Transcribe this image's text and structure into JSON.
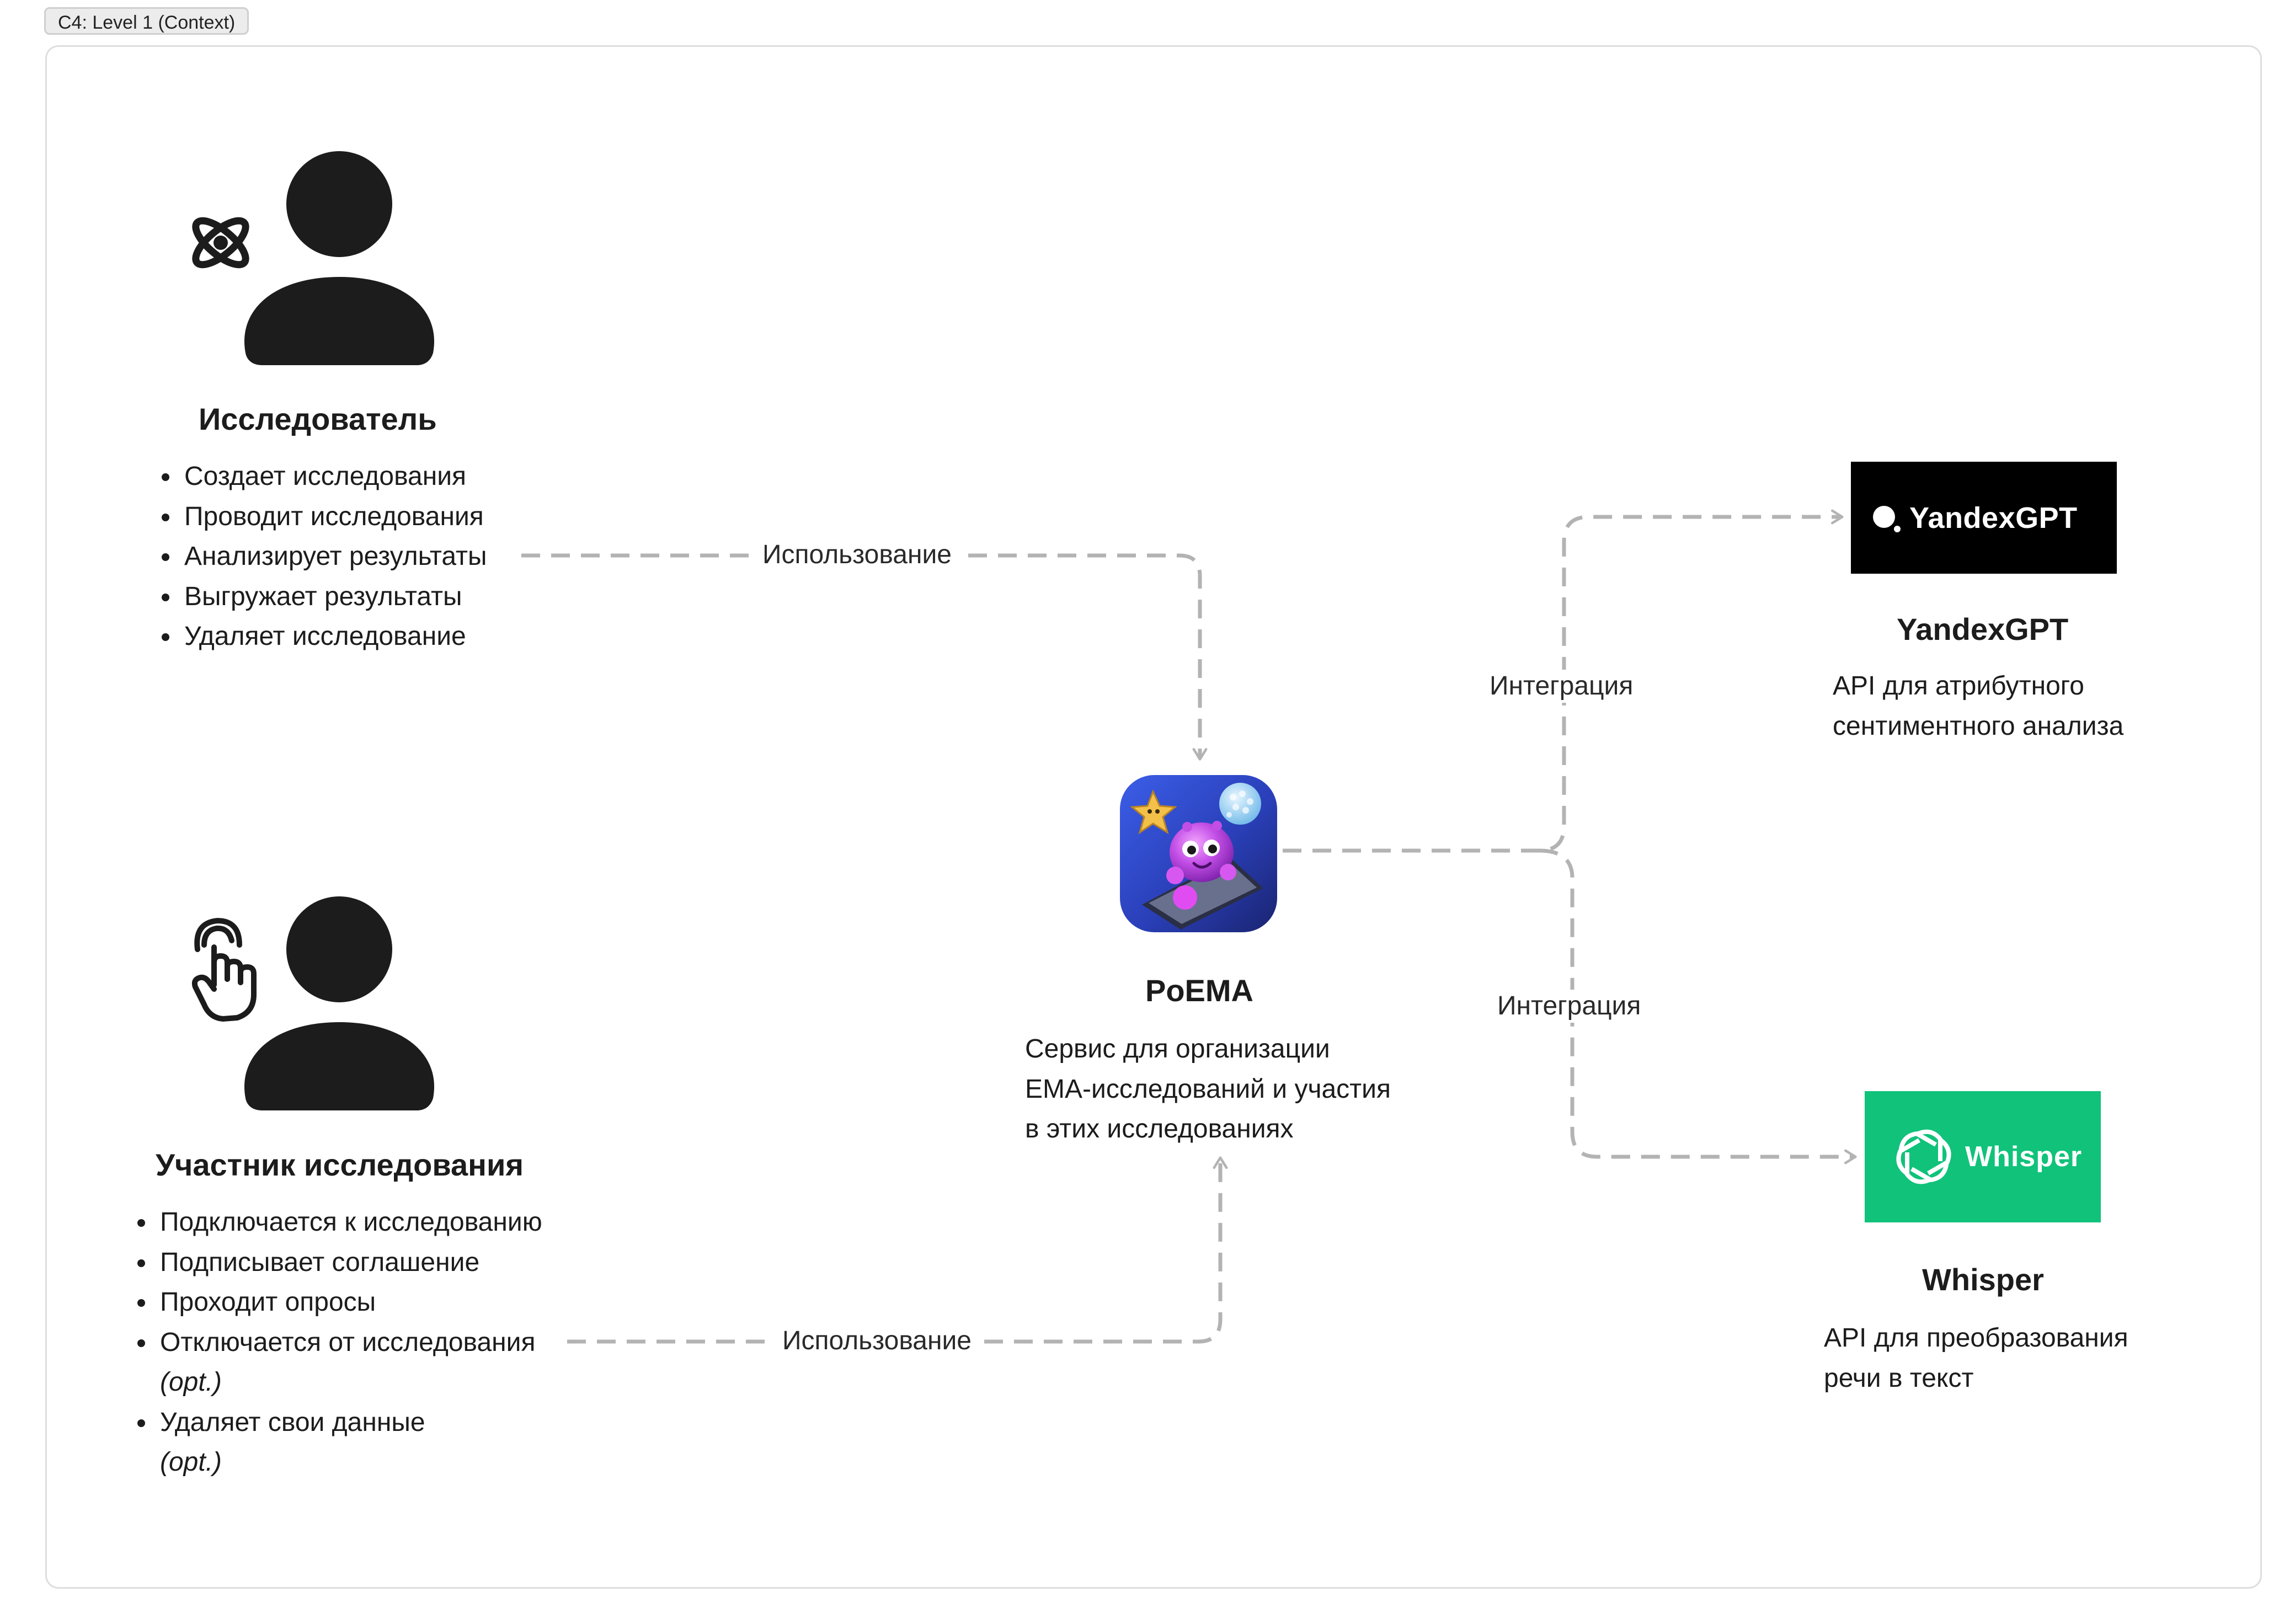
{
  "frame": {
    "tab_label": "C4: Level 1 (Context)"
  },
  "actors": {
    "researcher": {
      "title": "Исследователь",
      "icon": "atom-icon",
      "items": [
        {
          "text": "Создает исследования"
        },
        {
          "text": "Проводит исследования"
        },
        {
          "text": "Анализирует результаты"
        },
        {
          "text": "Выгружает результаты"
        },
        {
          "text": "Удаляет исследование"
        }
      ]
    },
    "participant": {
      "title": "Участник исследования",
      "icon": "pointing-hand-icon",
      "items": [
        {
          "text": "Подключается к исследованию"
        },
        {
          "text": "Подписывает соглашение"
        },
        {
          "text": "Проходит опросы"
        },
        {
          "text": "Отключается от исследования",
          "note": "(opt.)"
        },
        {
          "text": "Удаляет свои данные",
          "note": "(opt.)"
        }
      ]
    }
  },
  "system": {
    "title": "PoEMA",
    "description": [
      "Сервис для организации",
      "EMA-исследований и участия",
      "в этих исследованиях"
    ]
  },
  "externals": {
    "yandexgpt": {
      "logo_text": "YandexGPT",
      "title": "YandexGPT",
      "description": [
        "API для атрибутного",
        "сентиментного анализа"
      ]
    },
    "whisper": {
      "logo_text": "Whisper",
      "title": "Whisper",
      "description": [
        "API для преобразования",
        "речи в текст"
      ]
    }
  },
  "edges": {
    "researcher_usage": "Использование",
    "participant_usage": "Использование",
    "yandexgpt_integration": "Интеграция",
    "whisper_integration": "Интеграция"
  },
  "colors": {
    "wire": "#b3b3b3",
    "yandexgpt_bg": "#000000",
    "whisper_bg": "#10c27a",
    "text": "#1c1c1c"
  }
}
